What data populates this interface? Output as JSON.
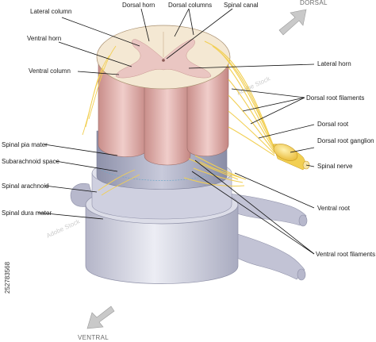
{
  "labels": {
    "lateral_column": "Lateral column",
    "dorsal_horn": "Dorsal horn",
    "dorsal_columns": "Dorsal columns",
    "spinal_canal": "Spinal canal",
    "ventral_horn": "Ventral horn",
    "ventral_column": "Ventral column",
    "lateral_horn": "Lateral horn",
    "dorsal_root_filaments": "Dorsal root filaments",
    "dorsal_root": "Dorsal root",
    "dorsal_root_ganglion": "Dorsal root ganglion",
    "spinal_nerve": "Spinal nerve",
    "ventral_root": "Ventral root",
    "ventral_root_filaments": "Ventral root filaments",
    "spinal_pia_mater": "Spinal pia mater",
    "subarachnoid_space": "Subarachnoid space",
    "spinal_arachnoid": "Spinal arachnoid",
    "spinal_dura_mater": "Spinal dura mater"
  },
  "directions": {
    "dorsal": "DORSAL",
    "ventral": "VENTRAL"
  },
  "side_text": "252783568",
  "colors": {
    "white_matter": "#f3e7d2",
    "gray_matter": "#e9c3c0",
    "cord_side": "#dcaaa6",
    "pia": "#9fa2b8",
    "meninges": "#c9cad9",
    "dura": "#d6d7e3",
    "nerve": "#f2d25a",
    "arrow": "#c9c9c9"
  }
}
